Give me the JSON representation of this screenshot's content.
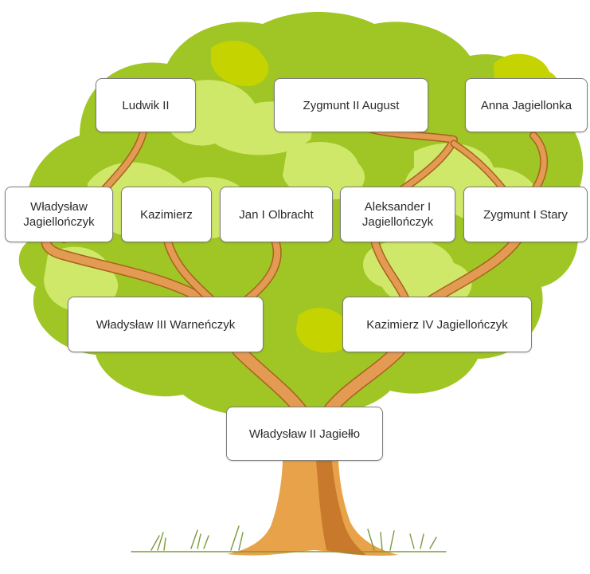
{
  "colors": {
    "foliage_dark": "#9fc624",
    "foliage_light": "#cfe86a",
    "foliage_accent": "#c5d400",
    "branch": "#e39a52",
    "branch_outline": "#a9611f",
    "trunk": "#e8a24a",
    "trunk_shadow": "#c9792c",
    "grass": "#7a9a3a",
    "box_border": "#7d7d7d",
    "text": "#2b2b2b"
  },
  "tree": {
    "root": "Władysław II Jagiełło",
    "level1": {
      "left": "Władysław III Warneńczyk",
      "right": "Kazimierz IV Jagiellończyk"
    },
    "level2": {
      "p1": "Władysław\nJagiellończyk",
      "p2": "Kazimierz",
      "p3": "Jan I Olbracht",
      "p4": "Aleksander I\nJagiellończyk",
      "p5": "Zygmunt I Stary"
    },
    "level3": {
      "g1": "Ludwik II",
      "g2": "Zygmunt II August",
      "g3": "Anna Jagiellonka"
    }
  }
}
